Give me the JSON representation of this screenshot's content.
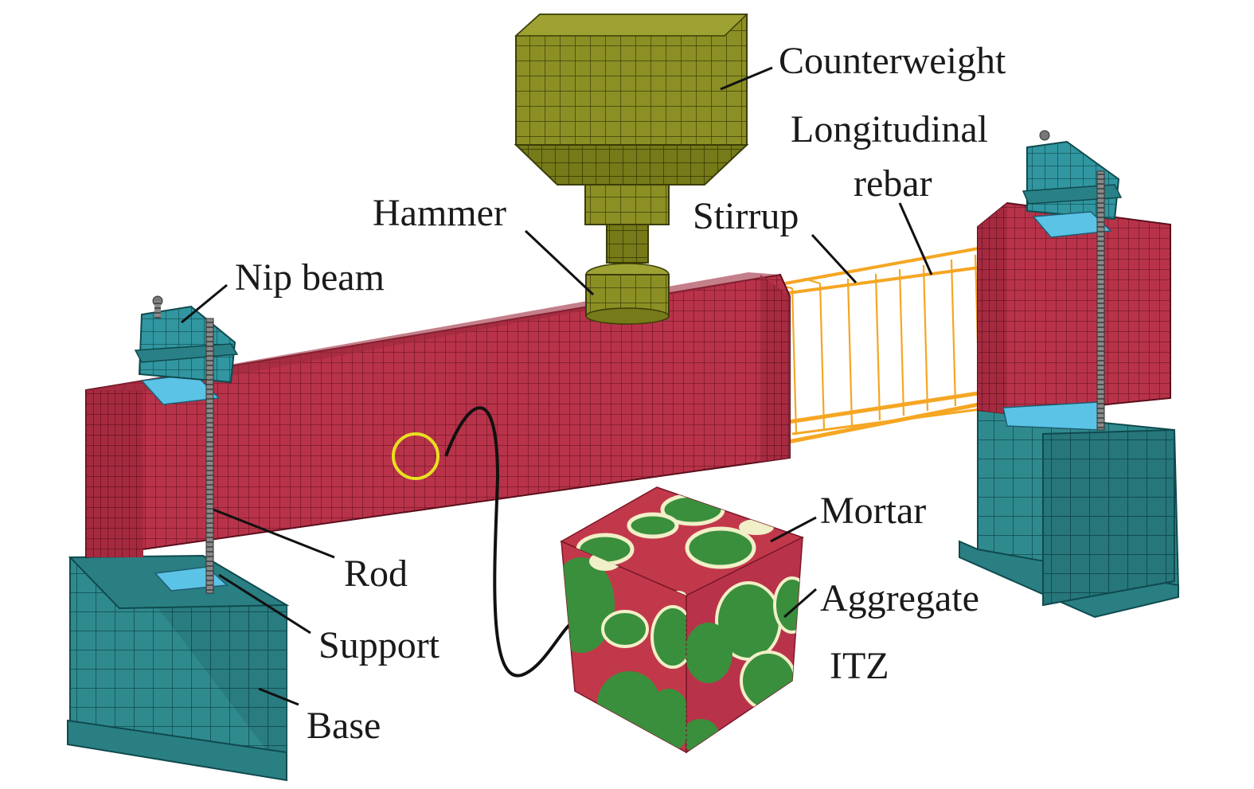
{
  "labels": {
    "counterweight": "Counterweight",
    "longitudinal_line1": "Longitudinal",
    "longitudinal_line2": "rebar",
    "hammer": "Hammer",
    "stirrup": "Stirrup",
    "nip_beam": "Nip beam",
    "rod": "Rod",
    "support": "Support",
    "base": "Base",
    "mortar": "Mortar",
    "aggregate": "Aggregate",
    "itz": "ITZ"
  },
  "colors": {
    "beam": "#b8334a",
    "beam_mesh": "#6e1424",
    "base": "#2f8a8e",
    "base_mesh": "#0f4a4e",
    "nip_beam": "#2f8f94",
    "support_pad": "#5bc3e6",
    "hammer": "#8c8f24",
    "hammer_mesh": "#3b3d08",
    "rebar": "#f5a623",
    "mortar": "#c2384b",
    "aggregate": "#3a8f3c",
    "itz": "#f1efc8",
    "highlight_circle": "#e8e020"
  }
}
